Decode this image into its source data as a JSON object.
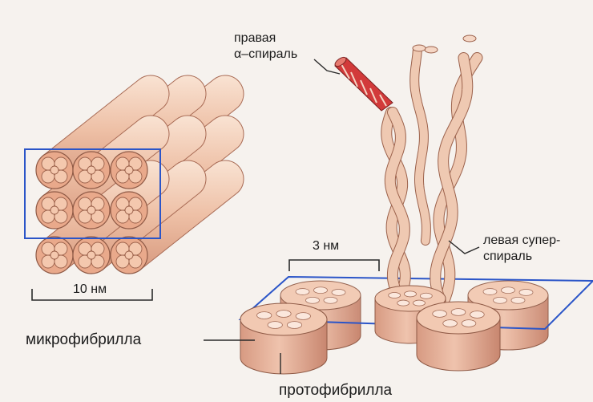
{
  "diagram": {
    "labels": {
      "right_helix_line1": "правая",
      "right_helix_line2": "α–спираль",
      "left_superhelix_line1": "левая супер-",
      "left_superhelix_line2": "спираль",
      "size_3nm": "3 нм",
      "size_10nm": "10 нм",
      "microfibril": "микрофибрилла",
      "protofibril": "протофибрилла"
    },
    "colors": {
      "background": "#f6f2ee",
      "cylinder_light": "#f6d8c4",
      "cylinder_mid": "#e7b197",
      "cylinder_dark": "#c98a73",
      "cap_face": "#e9a98b",
      "strand_light": "#f0cdb6",
      "strand_dark": "#c58c74",
      "helix_red": "#d23a3a",
      "frame_blue": "#2b55c8",
      "line_dark": "#2a2a2a"
    }
  }
}
